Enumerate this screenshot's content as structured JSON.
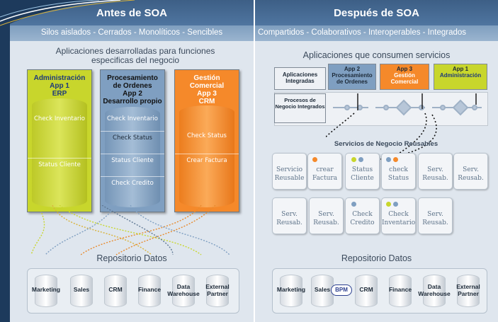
{
  "left": {
    "title": "Antes de SOA",
    "subtitle": "Silos aislados - Cerrados - Monolíticos - Sencibles",
    "section_title_line1": "Aplicaciones desarrolladas para funciones",
    "section_title_line2": "especificas del negocio",
    "columns": [
      {
        "head": [
          "Administración",
          "App 1",
          "ERP"
        ],
        "cells": [
          "Check Inventario",
          "Status Cliente"
        ]
      },
      {
        "head": [
          "Procesamiento",
          "de Ordenes",
          "App 2",
          "Desarrollo propio"
        ],
        "cells": [
          "Check Inventario",
          "Check Status",
          "Status Cliente",
          "Check Credito"
        ]
      },
      {
        "head": [
          "Gestión",
          "Comercial",
          "App 3",
          "CRM"
        ],
        "cells": [
          "Check Status",
          "Crear Factura"
        ]
      }
    ],
    "repository_title": "Repositorio Datos",
    "repository": [
      "Marketing",
      "Sales",
      "CRM",
      "Finance",
      "Data Warehouse",
      "External Partner"
    ]
  },
  "right": {
    "title": "Después de SOA",
    "subtitle": "Compartidos - Colaborativos - Interoperables - Integrados",
    "section_title": "Aplicaciones que consumen servicios",
    "integrated_apps_label": "Aplicaciones Integradas",
    "integrated_process_label": "Procesos de Negocio Integrados",
    "apps": [
      {
        "app": "App 2",
        "name": "Procesamiento de Ordenes"
      },
      {
        "app": "App 3",
        "name": "Gestión Comercial"
      },
      {
        "app": "App 1",
        "name": "Administración"
      }
    ],
    "services_title": "Servicios de Negocio Reusables",
    "services_row1": [
      "Servicio Reusable",
      "crear Factura",
      "Status Cliente",
      "check Status",
      "Serv. Reusab.",
      "Serv. Reusab."
    ],
    "services_row2": [
      "Serv. Reusab.",
      "Serv. Reusab.",
      "Check Credito",
      "Check Inventario",
      "Serv. Reusab."
    ],
    "repository_title": "Repositorio Datos",
    "repository": [
      "Marketing",
      "Sales",
      "BPM",
      "CRM",
      "Finance",
      "Data Warehouse",
      "External Partner"
    ]
  },
  "colors": {
    "green": "#c8d62c",
    "blue": "#7f9fc1",
    "orange": "#f5892a",
    "header": "#3d5f86"
  }
}
